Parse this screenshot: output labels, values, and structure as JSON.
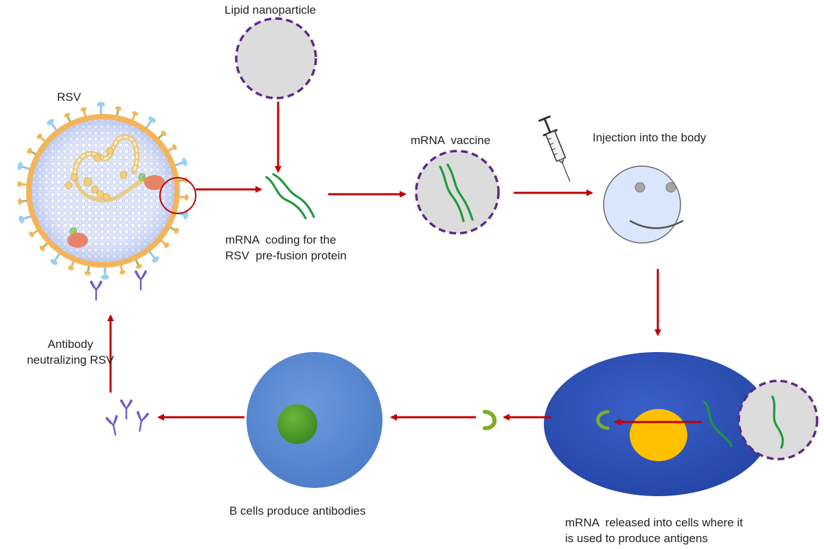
{
  "labels": {
    "rsv": "RSV",
    "lipid_nanoparticle": "Lipid nanoparticle",
    "mrna_vaccine": "mRNA  vaccine",
    "injection": "Injection into the body",
    "mrna_coding_line1": "mRNA  coding for the",
    "mrna_coding_line2": "RSV  pre-fusion protein",
    "antibody_line1": "Antibody",
    "antibody_line2": "neutralizing RSV",
    "b_cells": "B cells produce antibodies",
    "released_line1": "mRNA  released into cells where it",
    "released_line2": "is used to produce antigens"
  },
  "icons": {
    "virus": "rsv-virus-icon",
    "nanoparticle": "lipid-nanoparticle-icon",
    "mrna": "mrna-strand-icon",
    "vaccine": "mrna-vaccine-icon",
    "syringe": "syringe-icon",
    "face": "smiley-face-icon",
    "cell": "host-cell-icon",
    "antigen": "antigen-icon",
    "b_cell": "b-cell-icon",
    "antibody": "antibody-icon"
  },
  "colors": {
    "arrow": "#c00000",
    "mrna_strand": "#1e9a3a",
    "nanoparticle_border": "#5b2a86",
    "nanoparticle_fill": "#dcdcdc",
    "face_fill": "#d9e6fb",
    "host_cell": "#2f53b8",
    "nucleus": "#ffc000",
    "b_cell": "#5b8ad0",
    "b_cell_nucleus": "#4e9a2a",
    "antibody": "#6f5dc6",
    "virus_lipid": "#f4b55a"
  }
}
